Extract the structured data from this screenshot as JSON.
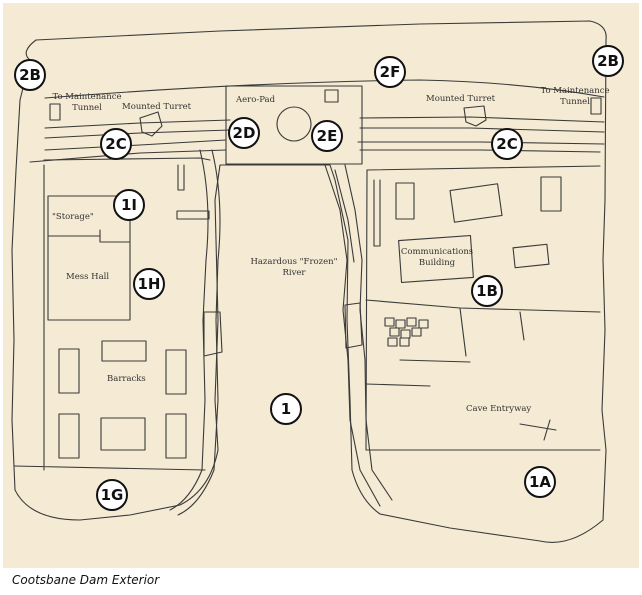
{
  "caption": "Cootsbane Dam Exterior",
  "colors": {
    "parchment": "#f5ead3",
    "ink": "#3a3a3a",
    "marker_border": "#111111"
  },
  "labels": {
    "maintenance_left": "To Maintenance Tunnel",
    "maintenance_right": "To Maintenance Tunnel",
    "turret_left": "Mounted Turret",
    "turret_right": "Mounted Turret",
    "aero_pad": "Aero-Pad",
    "storage": "\"Storage\"",
    "mess_hall": "Mess Hall",
    "river": "Hazardous \"Frozen\" River",
    "communications": "Communications Building",
    "barracks": "Barracks",
    "cave": "Cave Entryway"
  },
  "markers": {
    "m_2b_left": "2B",
    "m_2f": "2F",
    "m_2b_right": "2B",
    "m_2d": "2D",
    "m_2e": "2E",
    "m_2c_left": "2C",
    "m_2c_right": "2C",
    "m_1i": "1I",
    "m_1h": "1H",
    "m_1b": "1B",
    "m_1": "1",
    "m_1a": "1A",
    "m_1g": "1G"
  }
}
